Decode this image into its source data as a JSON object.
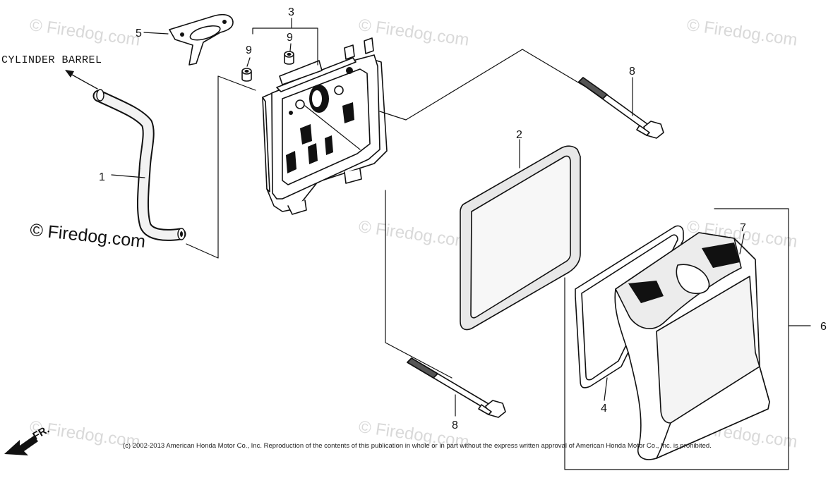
{
  "watermarks": {
    "main": "© Firedog.com",
    "faint": "© Firedog.com"
  },
  "labels": {
    "cylinder_barrel": "CYLINDER BARREL",
    "front": "FR."
  },
  "callouts": [
    "1",
    "2",
    "3",
    "4",
    "5",
    "6",
    "7",
    "8",
    "8",
    "9",
    "9"
  ],
  "copyright": "(c) 2002-2013 American Honda Motor Co., Inc. Reproduction of the contents of this publication in whole or in part without the express written approval of American Honda Motor Co., Inc. is prohibited."
}
